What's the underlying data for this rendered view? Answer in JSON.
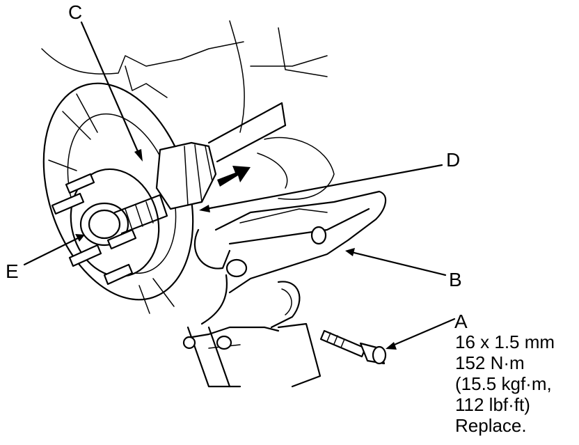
{
  "labels": {
    "a": "A",
    "b": "B",
    "c": "C",
    "d": "D",
    "e": "E"
  },
  "bolt_spec": {
    "size": "16 x 1.5 mm",
    "torque_nm": "152 N·m",
    "torque_kgfm": "(15.5 kgf·m,",
    "torque_lbfft": "112 lbf·ft)",
    "note": "Replace."
  },
  "colors": {
    "ink": "#000000",
    "paper": "#ffffff"
  }
}
